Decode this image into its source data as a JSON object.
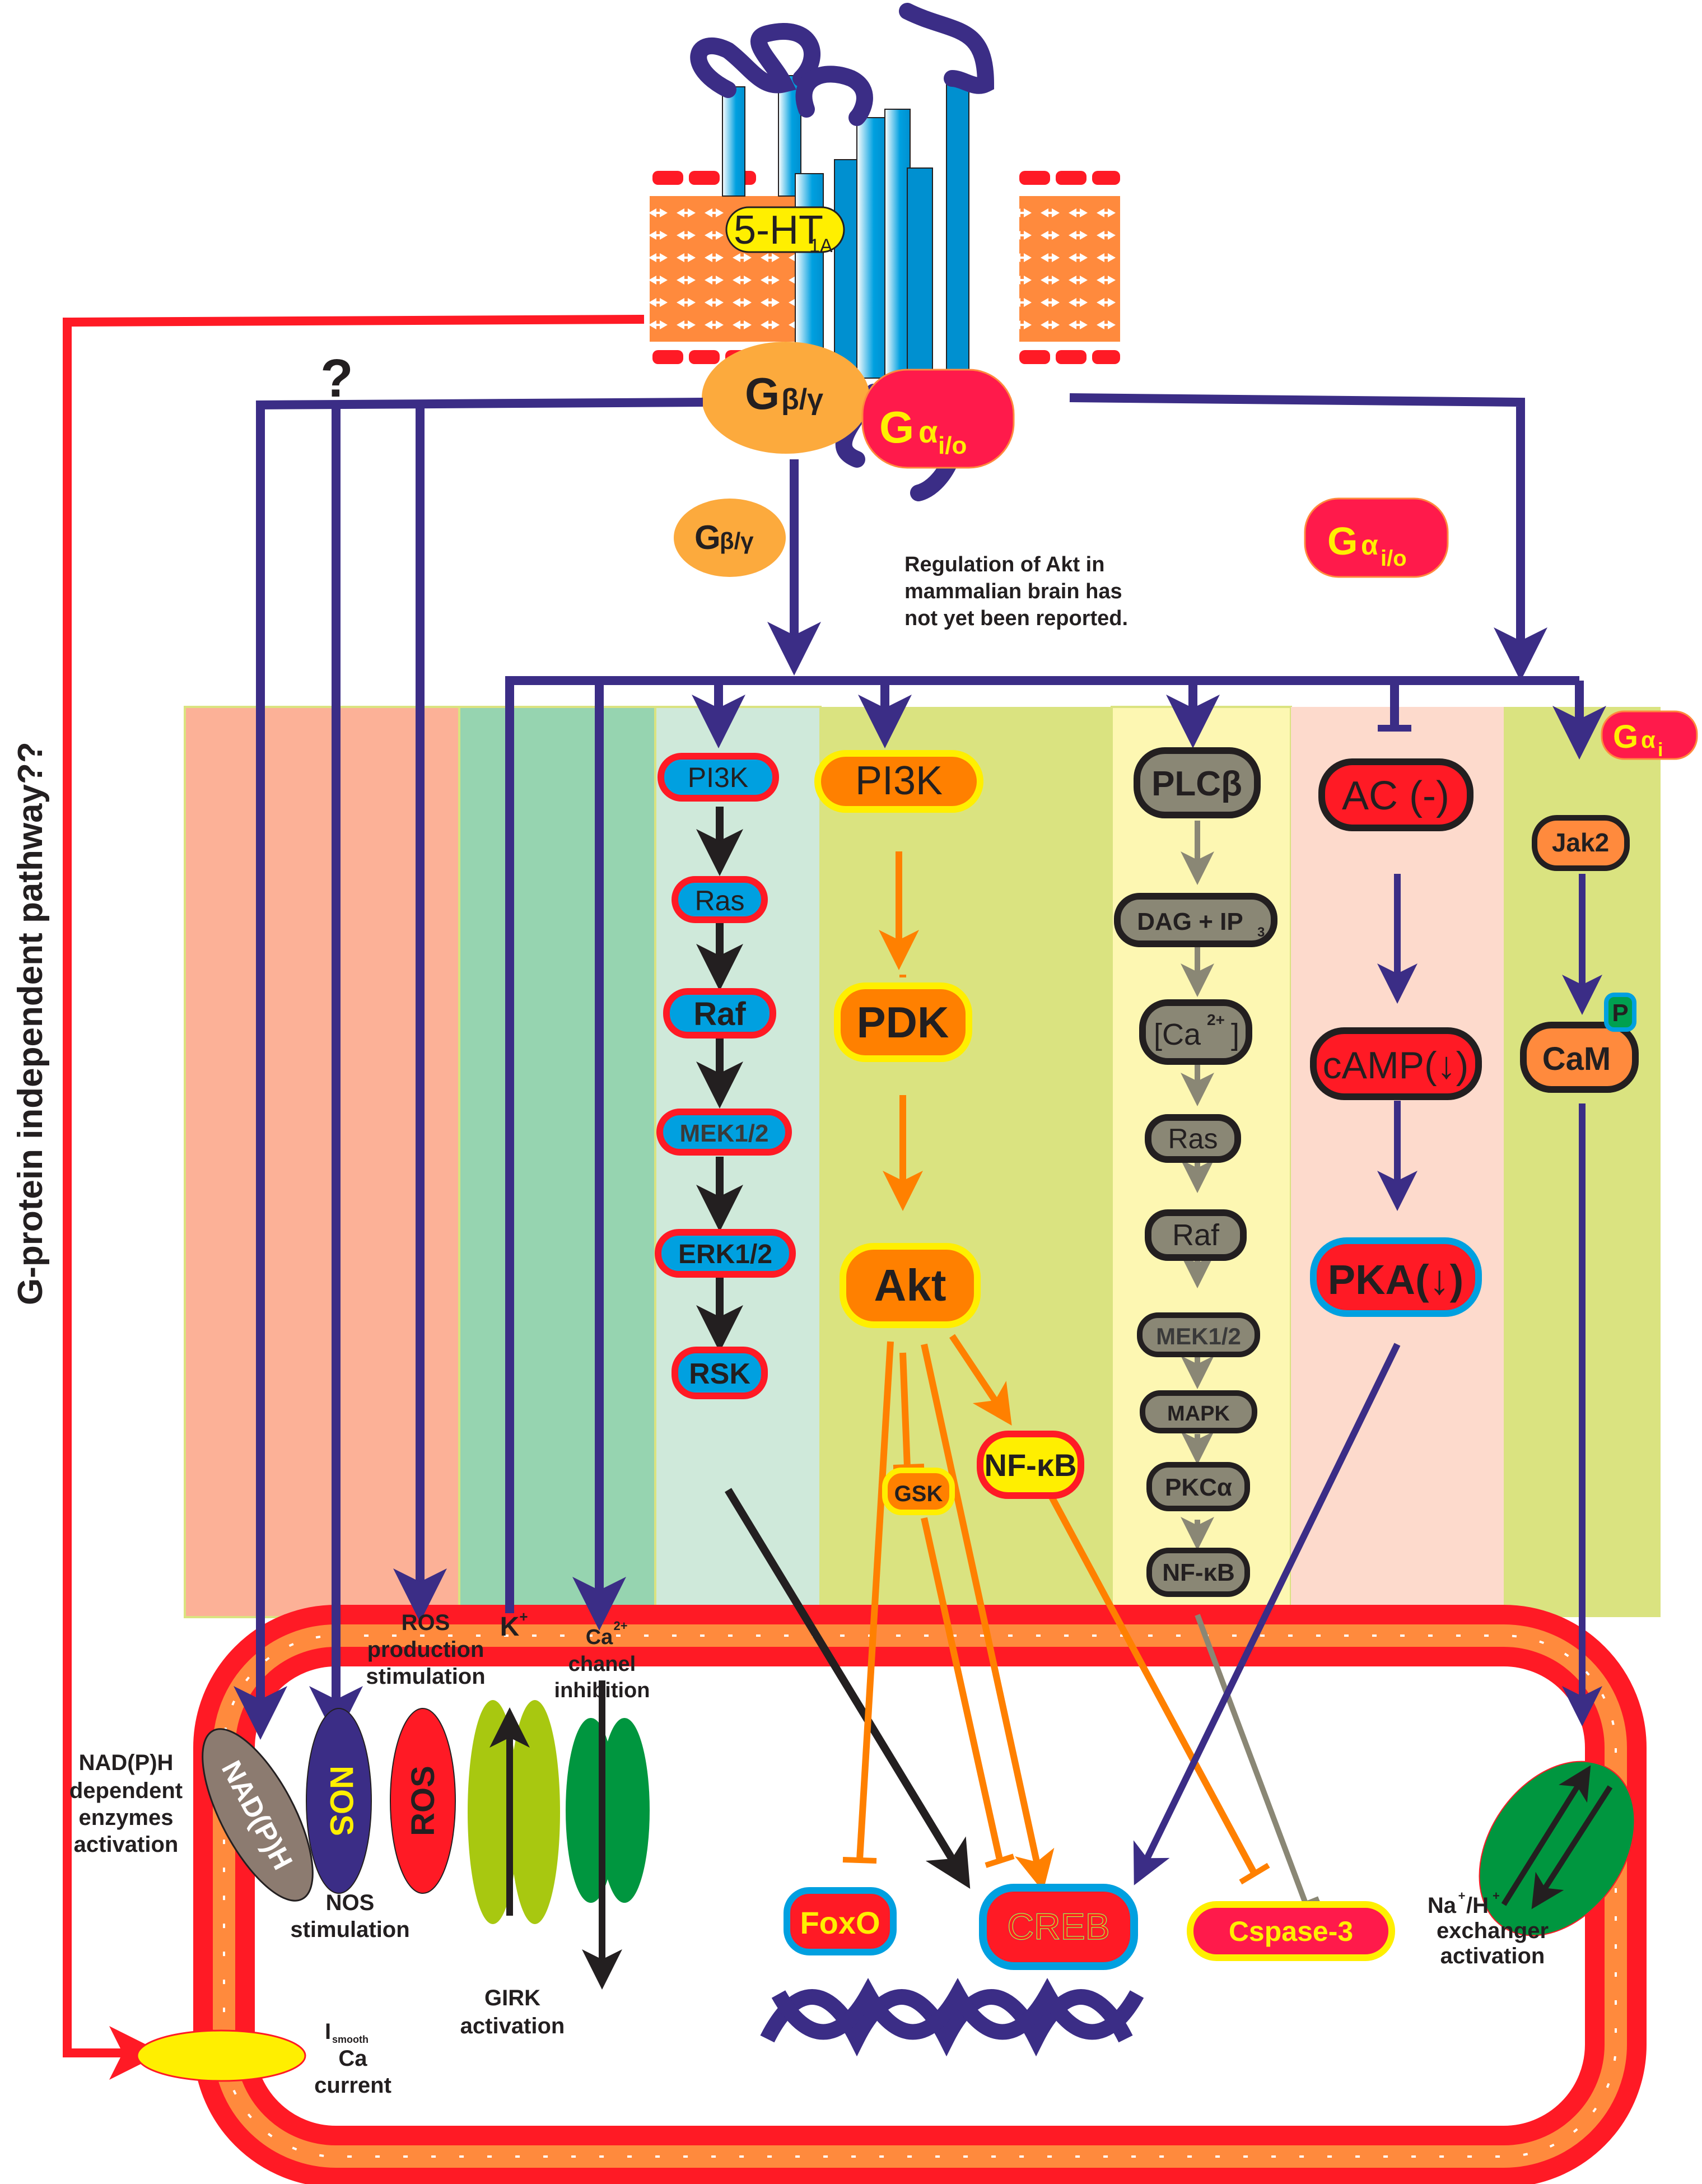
{
  "receptor": {
    "label": "5-HT",
    "subscript": "1A"
  },
  "g_proteins": {
    "beta_gamma": {
      "main": "G",
      "sub": "β/γ"
    },
    "alpha_io": {
      "main": "G",
      "greek": "α",
      "sub": "i/o"
    },
    "alpha_i": {
      "main": "G",
      "greek": "α",
      "sub": "i"
    }
  },
  "annotations": {
    "question_mark": "?",
    "akt_note": [
      "Regulation of Akt in",
      "mammalian brain has",
      "not yet been reported."
    ],
    "g_protein_independent": "G-protein independent pathway??"
  },
  "lanes": {
    "erk": [
      "PI3K",
      "Ras",
      "Raf",
      "MEK1/2",
      "ERK1/2",
      "RSK"
    ],
    "akt": {
      "pi3k": "PI3K",
      "pdk": "PDK",
      "akt": "Akt",
      "gsk": "GSK",
      "nfkb": "NF-κB"
    },
    "plc": [
      "PLCβ",
      "DAG + IP",
      "[Ca",
      "Ras",
      "Raf",
      "MEK1/2",
      "MAPK",
      "PKCα",
      "NF-κB"
    ],
    "plc_subs": {
      "ip3": "3",
      "ca": "2+"
    },
    "ac": [
      "AC (-)",
      "cAMP(↓)",
      "PKA(↓)"
    ],
    "jak": {
      "jak2": "Jak2",
      "cam": "CaM",
      "phospho": "P"
    }
  },
  "membrane_proteins": {
    "nadph": "NAD(P)H",
    "nos": "NOS",
    "ros": "ROS"
  },
  "membrane_labels": {
    "nadph": [
      "NAD(P)H",
      "dependent",
      "enzymes",
      "activation"
    ],
    "nos": [
      "NOS",
      "stimulation"
    ],
    "ros": [
      "ROS",
      "production",
      "stimulation"
    ],
    "k": "K",
    "k_sup": "+",
    "girk": [
      "GIRK",
      "activation"
    ],
    "ca_channel": [
      "Ca",
      "chanel",
      "inhibition"
    ],
    "ca_sup": "2+",
    "nhe": [
      "Na",
      "/H",
      "exchanger",
      "activation"
    ],
    "ismooth": [
      "I",
      "smooth",
      "Ca",
      "current"
    ]
  },
  "nuclear_targets": {
    "foxo": "FoxO",
    "creb": "CREB",
    "caspase": "Cspase-3"
  },
  "colors": {
    "navy": "#3b2d86",
    "red": "#ff1a25",
    "orange": "#ff8000",
    "yellow": "#ffef00",
    "blue": "#00a0e0",
    "gray": "#8a8775",
    "lane_salmon": "#fcb197",
    "lane_green": "#96d4b0",
    "lane_mint": "#cfe9da",
    "lane_olive": "#dae380",
    "lane_cream": "#fdf7b2",
    "lane_pink": "#fddacc",
    "lane_olive2": "#dae380"
  }
}
